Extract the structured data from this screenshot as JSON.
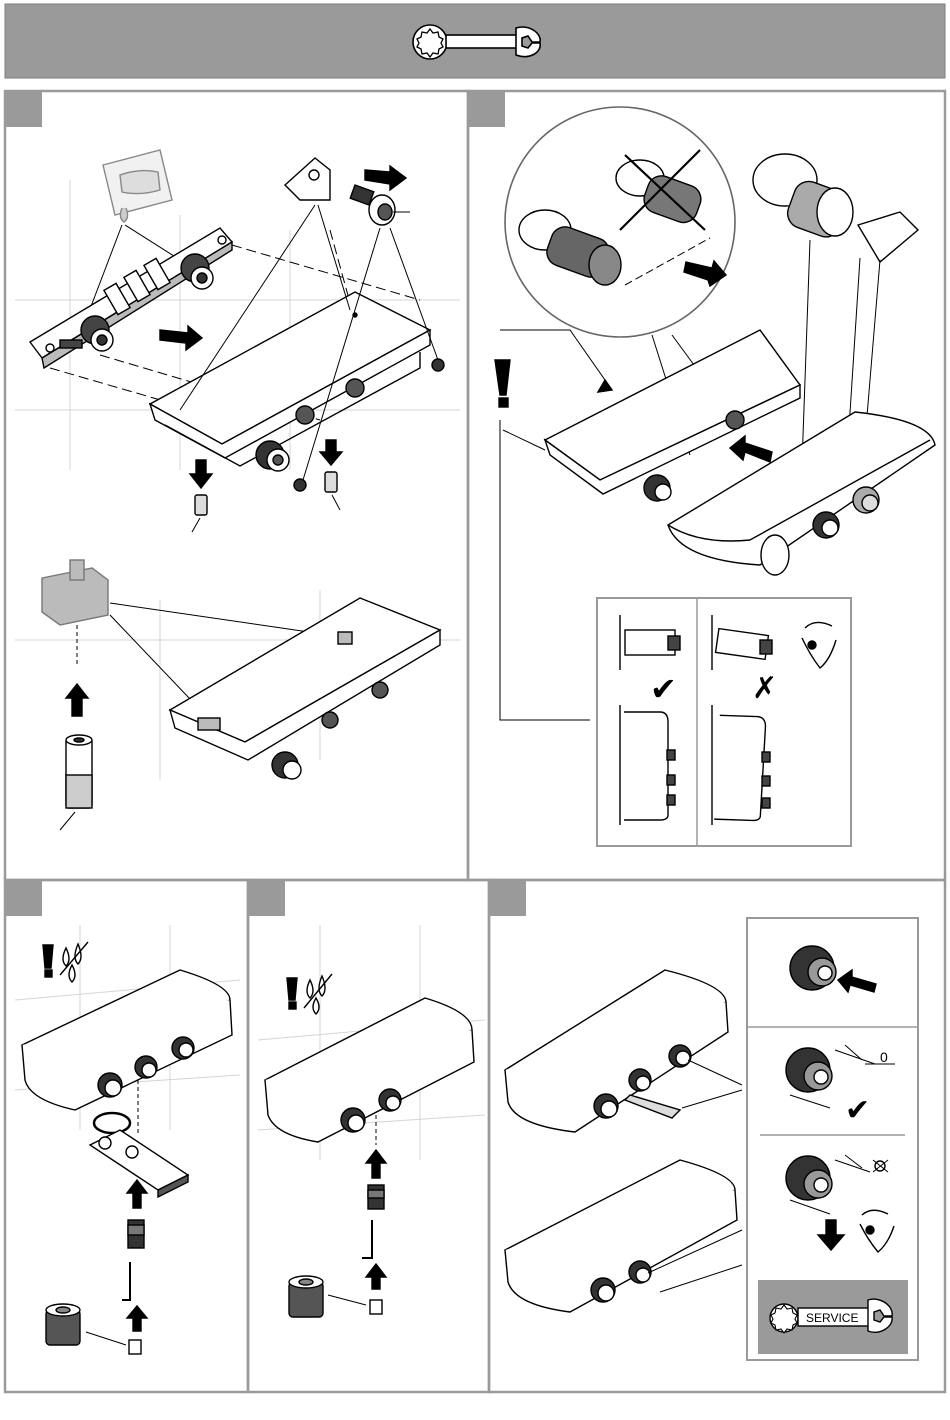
{
  "header": {
    "background": "#9a9a9a",
    "icon": "wrench-icon"
  },
  "colors": {
    "step_tab": "#9a9a9a",
    "frame": "#9a9a9a",
    "line": "#000000",
    "service_bg": "#9a9a9a"
  },
  "panels": {
    "step1": {
      "tab_icon": "",
      "illustrations": [
        "sealant-package-icon",
        "wall-bracket",
        "mixer-body",
        "screw",
        "allen-key-adapter"
      ]
    },
    "step2": {
      "warning_icon": "exclamation-icon",
      "check_grid": {
        "ok_symbol": "✔",
        "bad_symbol": "✗",
        "inspect_icon": "eye-icon"
      }
    },
    "step3": {
      "warning_icons": [
        "exclamation-icon",
        "water-drops-crossed-icon"
      ]
    },
    "step4": {
      "warning_icons": [
        "exclamation-icon",
        "water-drops-crossed-icon"
      ]
    },
    "step5": {
      "gap_ok_value": "0",
      "ok_symbol": "✔",
      "service_label": "SERVICE"
    }
  }
}
